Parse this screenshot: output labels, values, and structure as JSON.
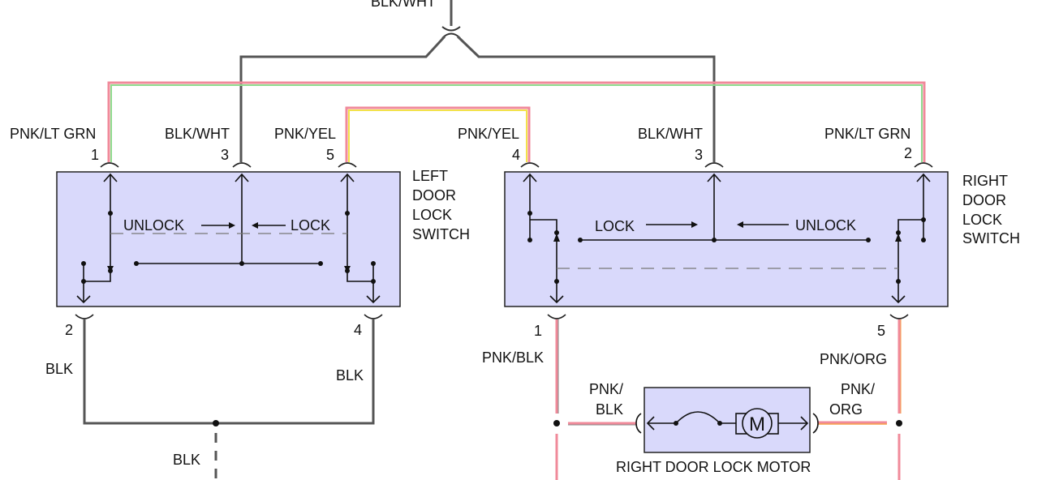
{
  "colors": {
    "box_fill": "#d9d9fb",
    "pink": "#f08a9a",
    "lt_green": "#8fdc8f",
    "yellow": "#f3e24a",
    "orange": "#f7a04a",
    "gray_wire": "#555555"
  },
  "top_wire": {
    "label": "BLK/WHT"
  },
  "left_switch": {
    "title": [
      "LEFT",
      "DOOR",
      "LOCK",
      "SWITCH"
    ],
    "pins": [
      {
        "num": "1",
        "wire": "PNK/LT GRN"
      },
      {
        "num": "3",
        "wire": "BLK/WHT"
      },
      {
        "num": "5",
        "wire": "PNK/YEL"
      },
      {
        "num": "2",
        "wire": "BLK"
      },
      {
        "num": "4",
        "wire": "BLK"
      }
    ],
    "unlock": "UNLOCK",
    "lock": "LOCK"
  },
  "right_switch": {
    "title": [
      "RIGHT",
      "DOOR",
      "LOCK",
      "SWITCH"
    ],
    "pins": [
      {
        "num": "4",
        "wire": "PNK/YEL"
      },
      {
        "num": "3",
        "wire": "BLK/WHT"
      },
      {
        "num": "2",
        "wire": "PNK/LT GRN"
      },
      {
        "num": "1",
        "wire": "PNK/BLK"
      },
      {
        "num": "5",
        "wire": "PNK/ORG"
      }
    ],
    "lock": "LOCK",
    "unlock": "UNLOCK"
  },
  "ground": {
    "label": "BLK"
  },
  "motor": {
    "title": "RIGHT DOOR LOCK MOTOR",
    "symbol": "M",
    "left_wire": [
      "PNK/",
      "BLK"
    ],
    "right_wire": [
      "PNK/",
      "ORG"
    ]
  }
}
